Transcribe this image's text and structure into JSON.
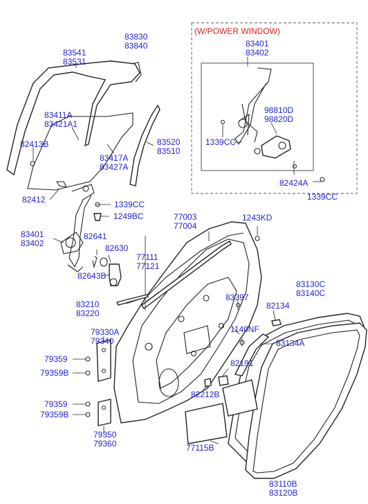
{
  "power_window": {
    "title": "(W/POWER WINDOW)",
    "regulator": [
      "83401",
      "83402"
    ],
    "motor": [
      "98810D",
      "98820D"
    ],
    "screw": "1339CC",
    "bolt": "82424A",
    "screw2": "1339CC"
  },
  "labels": {
    "sash": [
      "83541",
      "83531"
    ],
    "glass": [
      "83411A",
      "83421A1"
    ],
    "glass_clip": "82413B",
    "fixed_glass": [
      "83417A",
      "83427A"
    ],
    "channel": [
      "83520",
      "83510"
    ],
    "rivet": "82412",
    "regulator_screw": "1339CC",
    "regulator_bolt": "1249BC",
    "regulator": [
      "83401",
      "83402"
    ],
    "handle_clip": "82641",
    "handle_washer": "82630",
    "handle": "82643B",
    "door_panel": [
      "77003",
      "77004"
    ],
    "outer_strip": [
      "77111",
      "77121"
    ],
    "stop_bolt": "1243KD",
    "inner_strip": [
      "83210",
      "83220"
    ],
    "hinge_upper": [
      "79330A",
      "79340"
    ],
    "bolt_a1": "79359",
    "bolt_b1": "79359B",
    "bolt_a2": "79359",
    "bolt_b2": "79359B",
    "hinge_lower": [
      "79350",
      "79360"
    ],
    "plug": "83397",
    "clip": "82134",
    "screw_1140": "1140NF",
    "weatherstrip": [
      "83130C",
      "83140C"
    ],
    "seal": "83134A",
    "grommet": "82191",
    "cap": "82212B",
    "tape": "77115B",
    "door_strip": [
      "83110B",
      "83120B"
    ]
  }
}
